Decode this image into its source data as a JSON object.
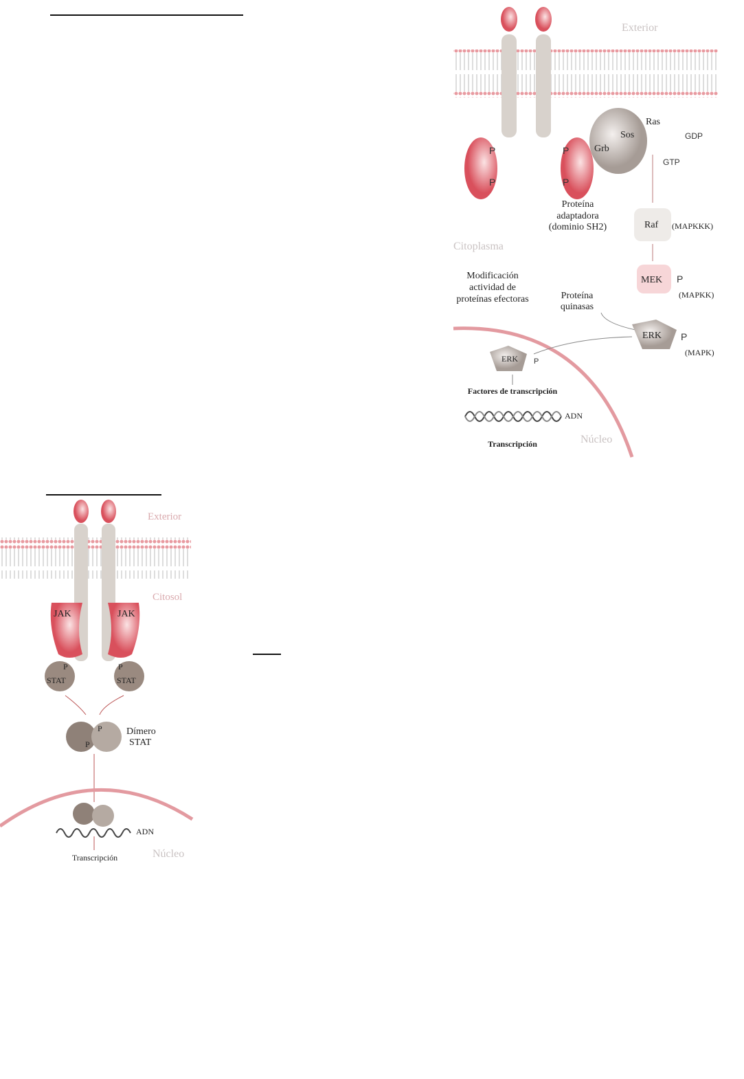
{
  "mapk_diagram": {
    "exterior": "Exterior",
    "cytoplasm": "Citoplasma",
    "nucleus": "Núcleo",
    "phospho": "P",
    "grb": "Grb",
    "sos": "Sos",
    "ras": "Ras",
    "gdp": "GDP",
    "gtp": "GTP",
    "adapter_line1": "Proteína",
    "adapter_line2": "adaptadora",
    "adapter_line3": "(dominio SH2)",
    "raf": "Raf",
    "mapkkk": "(MAPKKK)",
    "mek": "MEK",
    "mapkk": "(MAPKK)",
    "erk": "ERK",
    "mapk": "(MAPK)",
    "mod_line1": "Modificación",
    "mod_line2": "actividad de",
    "mod_line3": "proteínas efectoras",
    "kinase_line1": "Proteína",
    "kinase_line2": "quinasas",
    "tf": "Factores de transcripción",
    "dna": "ADN",
    "transcription": "Transcripción"
  },
  "jak_diagram": {
    "exterior": "Exterior",
    "cytosol": "Citosol",
    "jak": "JAK",
    "stat": "STAT",
    "phospho": "P",
    "dimer_line1": "Dímero",
    "dimer_line2": "STAT",
    "dna": "ADN",
    "transcription": "Transcripción",
    "nucleus": "Núcleo"
  }
}
